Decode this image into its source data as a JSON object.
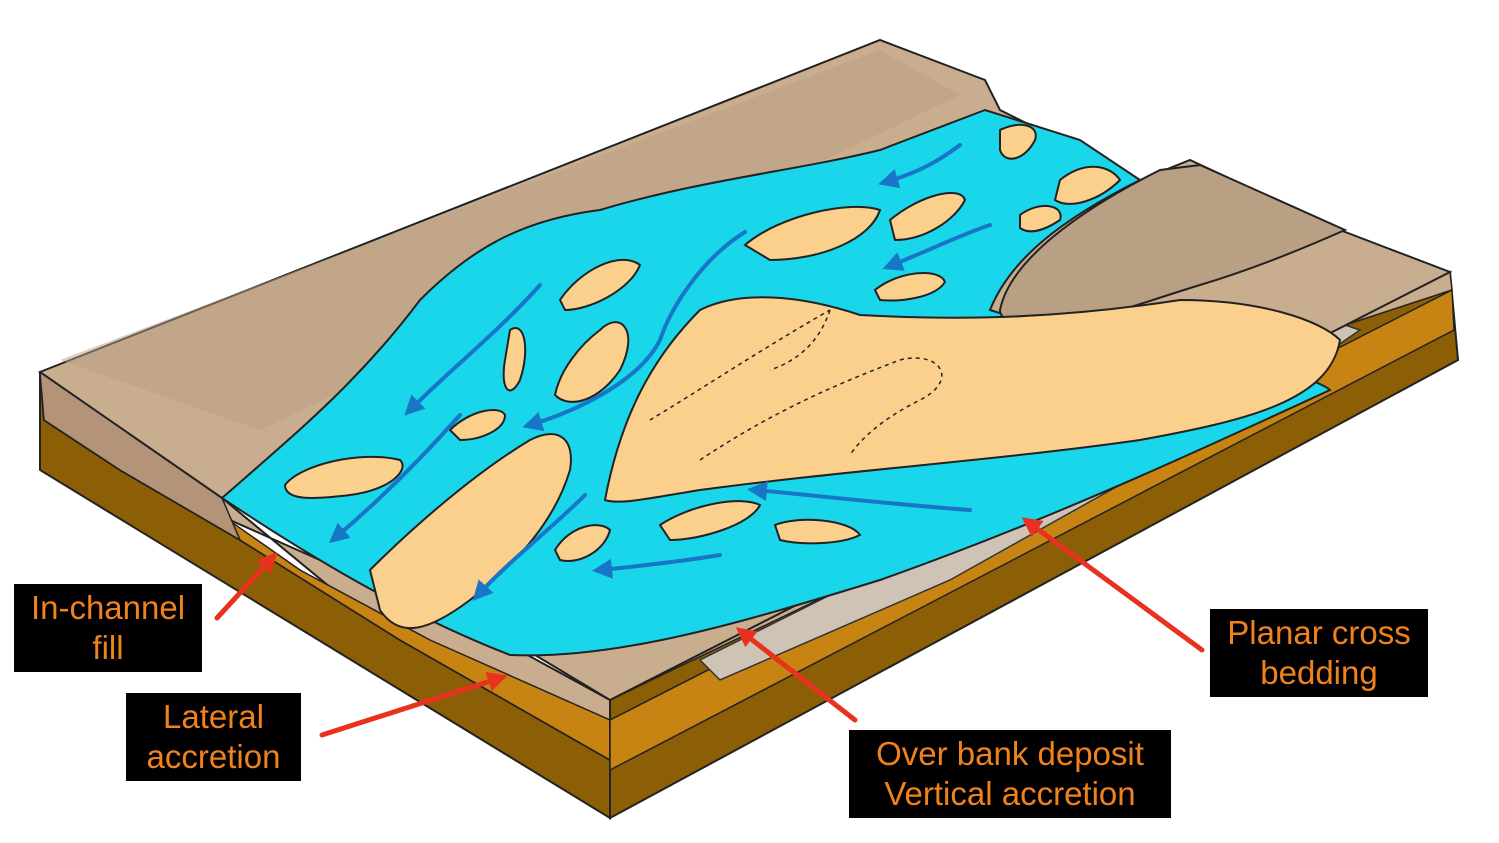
{
  "labels": {
    "in_channel": {
      "line1": "In-channel",
      "line2": "fill"
    },
    "lateral": {
      "line1": "Lateral",
      "line2": "accretion"
    },
    "overbank": {
      "line1": "Over bank deposit",
      "line2": "Vertical accretion"
    },
    "planar": {
      "line1": "Planar cross",
      "line2": "bedding"
    }
  },
  "colors": {
    "water": "#19d6ea",
    "flow_arrow": "#1776c6",
    "floodplain": "#c8ad8f",
    "sand_bar": "#fbd08d",
    "soil_dark": "#8c5e06",
    "soil_mid": "#c78413",
    "pointer": "#e8321f",
    "label_text": "#f0821e"
  }
}
